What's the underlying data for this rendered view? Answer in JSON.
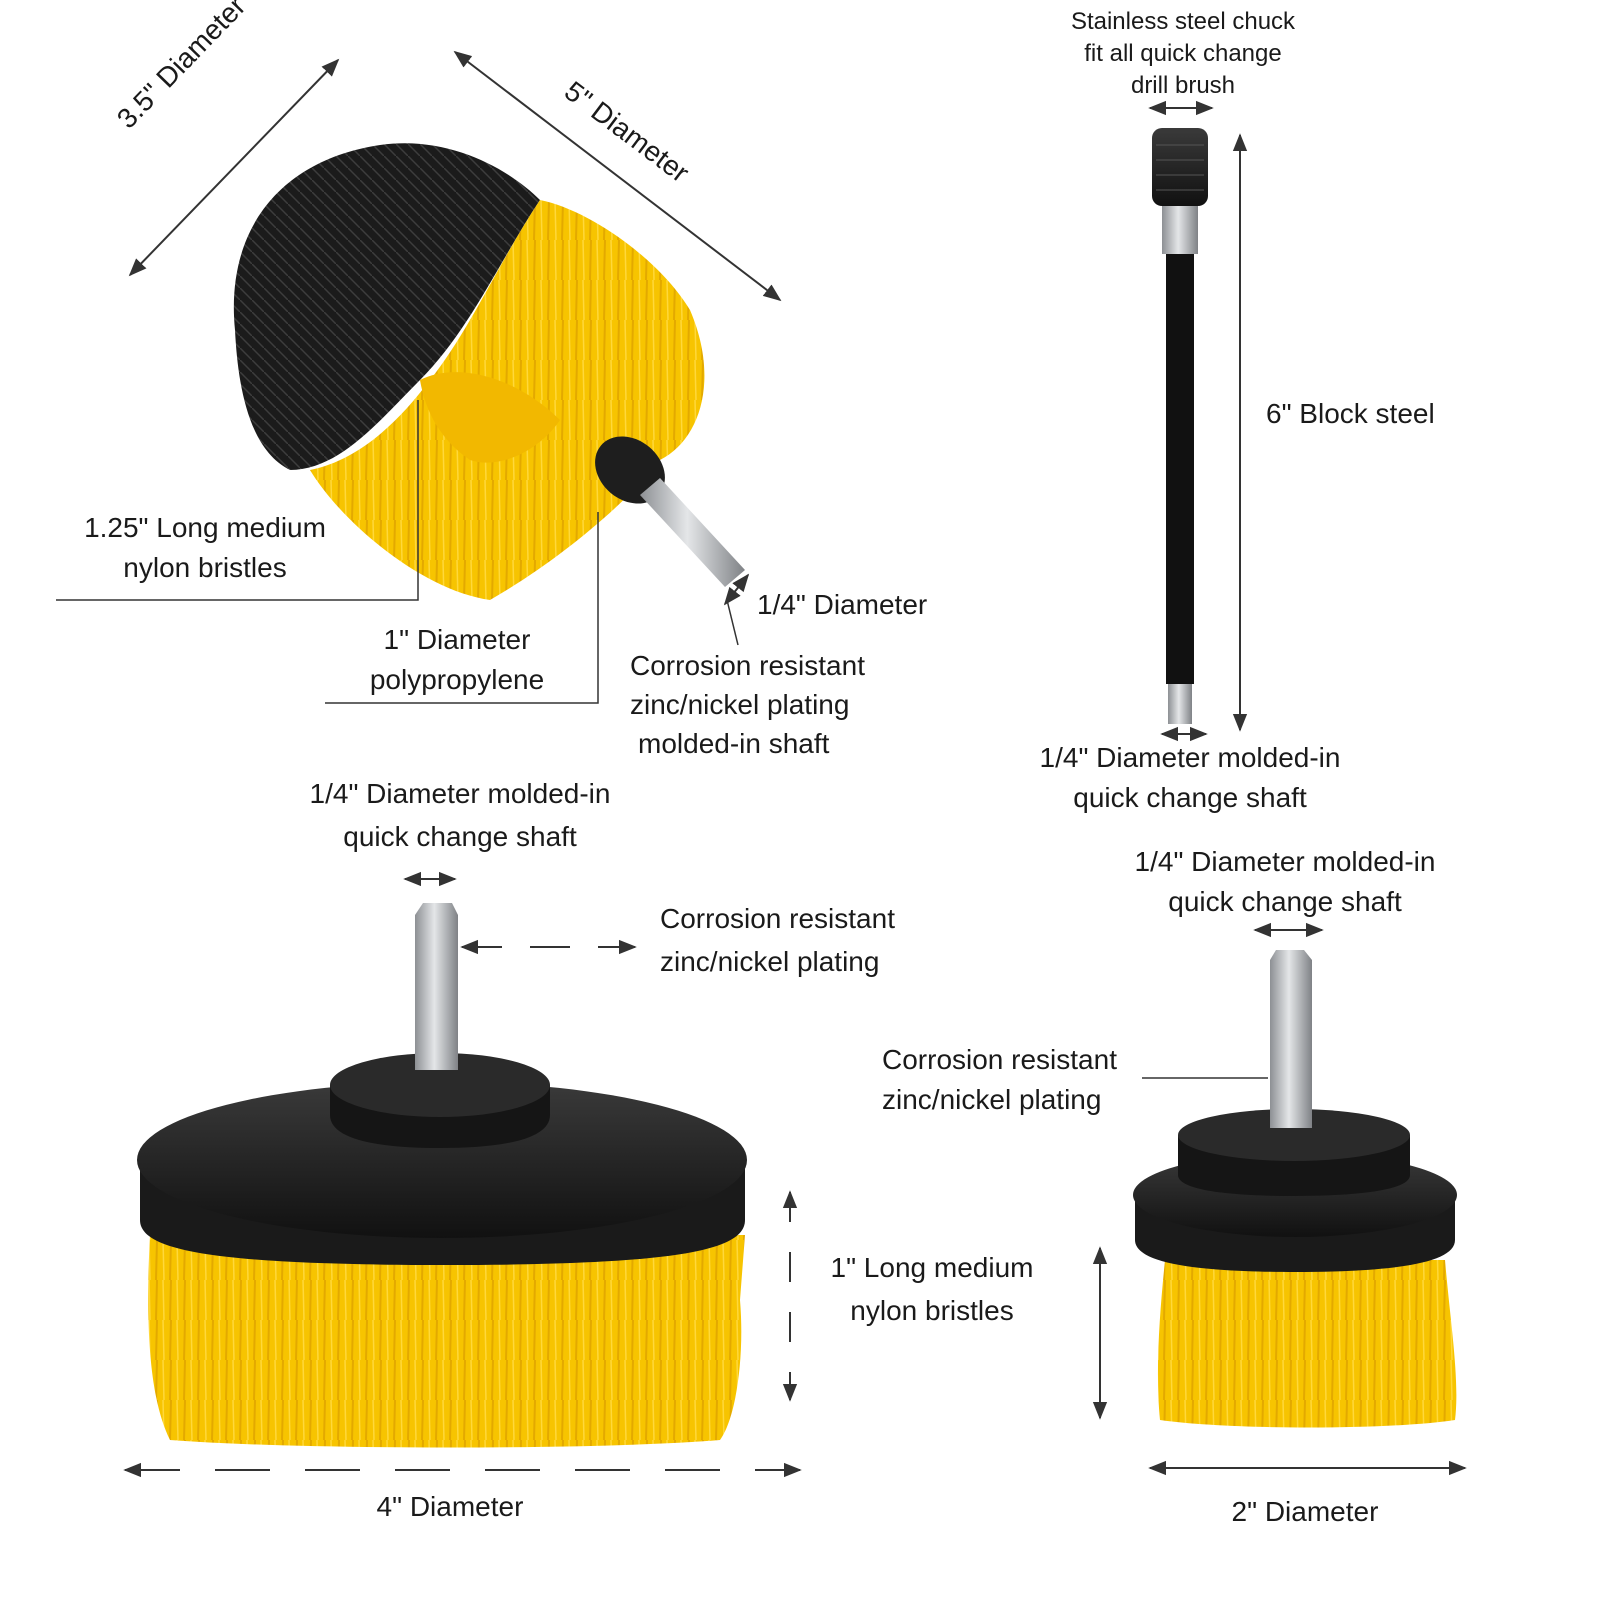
{
  "colors": {
    "bristle_yellow": "#f7c400",
    "bristle_yellow_dark": "#e3a900",
    "bristle_black": "#1b1b1b",
    "plastic_black": "#1e1e1e",
    "steel": "#b9bcbf",
    "line": "#333333"
  },
  "labels": {
    "diam_3_5": "3.5\" Diameter",
    "diam_5": "5\" Diameter",
    "bristles_1_25": [
      "1.25\" Long medium",
      "nylon bristles"
    ],
    "poly_1": [
      "1\" Diameter",
      "polypropylene"
    ],
    "diam_quarter": "1/4\" Diameter",
    "corrosion_shaft": [
      "Corrosion resistant",
      "zinc/nickel plating",
      "molded-in shaft"
    ],
    "chuck": [
      "Stainless steel chuck",
      "fit all quick change",
      "drill brush"
    ],
    "block_steel": "6\" Block steel",
    "ext_shaft": [
      "1/4\" Diameter molded-in",
      "quick change shaft"
    ],
    "disc4_shaft": [
      "1/4\" Diameter molded-in",
      "quick change shaft"
    ],
    "disc4_corrosion": [
      "Corrosion resistant",
      "zinc/nickel plating"
    ],
    "bristles_1": [
      "1\" Long medium",
      "nylon bristles"
    ],
    "diam_4": "4\" Diameter",
    "disc2_shaft": [
      "1/4\" Diameter molded-in",
      "quick change shaft"
    ],
    "disc2_corrosion": [
      "Corrosion resistant",
      "zinc/nickel plating"
    ],
    "diam_2": "2\" Diameter"
  }
}
